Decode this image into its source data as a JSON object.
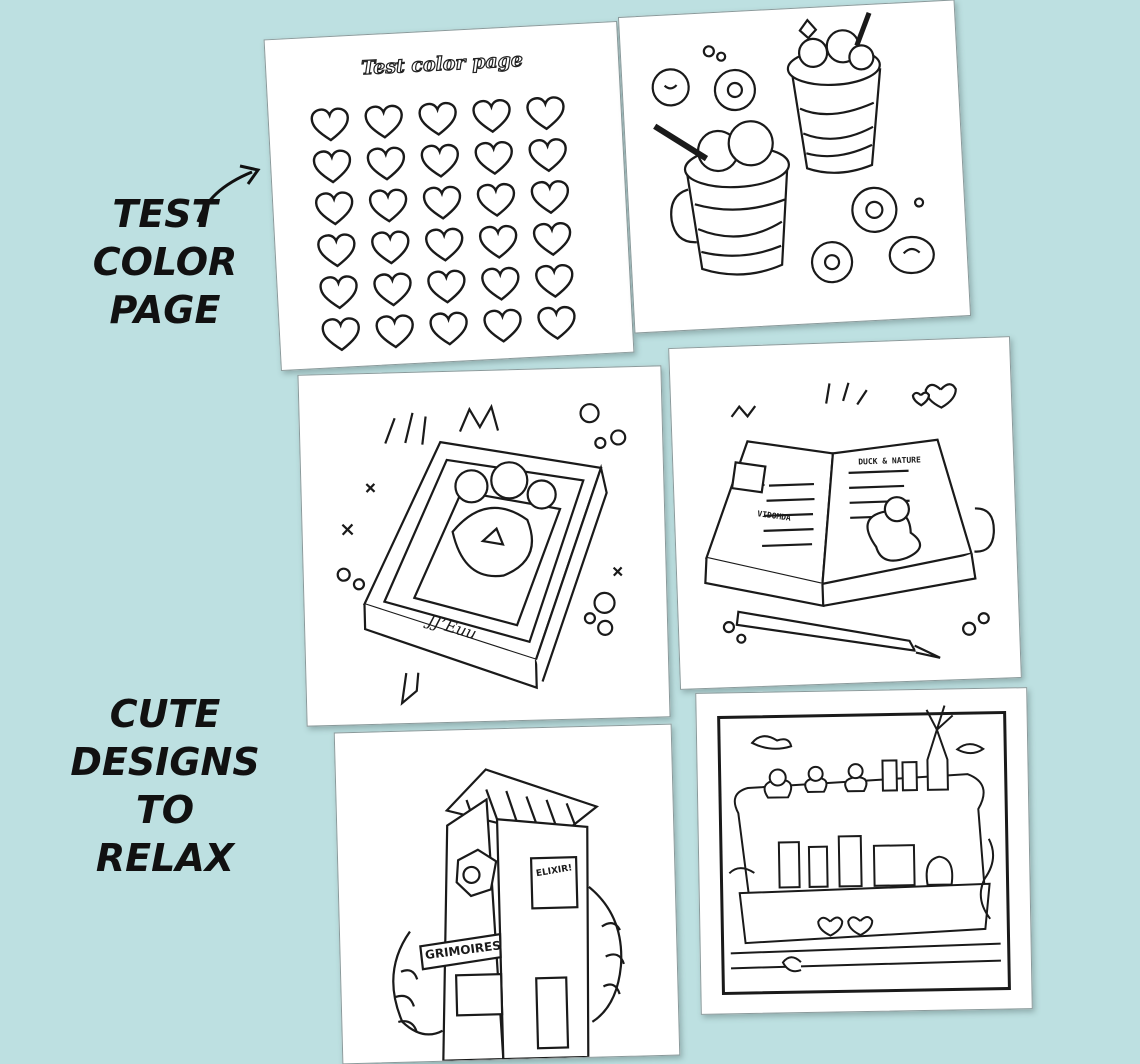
{
  "labels": {
    "test_color_page": [
      "TEST",
      "COLOR",
      "PAGE"
    ],
    "cute_designs": [
      "CUTE",
      "DESIGNS TO",
      "RELAX"
    ]
  },
  "pages": {
    "test_page_title": "Test color page",
    "book_spine_text": "JJ’Euu",
    "open_book_tag_left": "VIDOMDA",
    "open_book_tag_right": "DUCK & NATURE",
    "shop_sign": "GRIMOIRES",
    "shop_window_sign": "ELIXIR!"
  },
  "colors": {
    "background": "#bde0e1",
    "paper": "#ffffff",
    "ink": "#1a1a1a"
  }
}
